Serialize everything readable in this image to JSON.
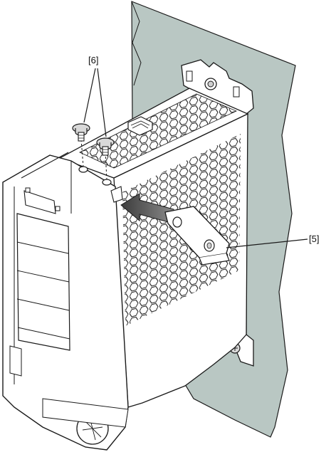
{
  "figure": {
    "callouts": {
      "screws_label": "[6]",
      "bracket_label": "[5]"
    },
    "colors": {
      "wall": "#b9c7c3",
      "line": "#1a1a1a",
      "body": "#ffffff",
      "arrow": "#555555",
      "screw": "#d9d9d9"
    },
    "icons": {
      "arrow": "push-direction-arrow-icon",
      "screw": "screw-icon",
      "bracket": "mounting-bracket-icon",
      "vent": "hexagonal-vent-grille"
    }
  }
}
